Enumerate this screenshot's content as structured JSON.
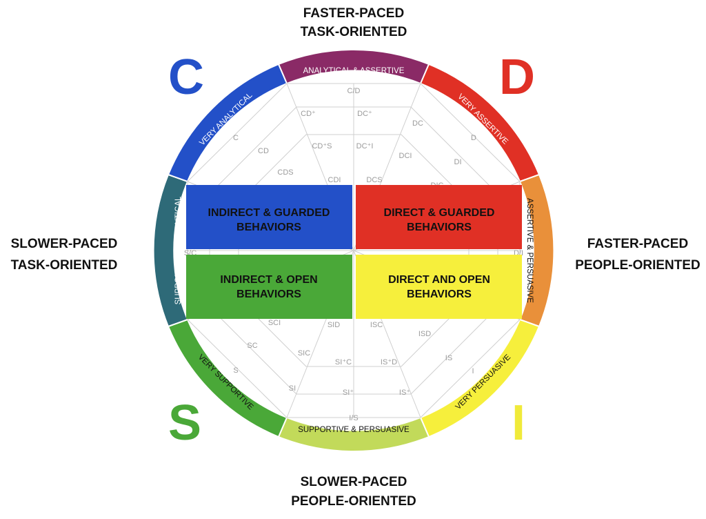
{
  "axis_labels": {
    "top": [
      "FASTER-PACED",
      "TASK-ORIENTED"
    ],
    "bottom": [
      "SLOWER-PACED",
      "PEOPLE-ORIENTED"
    ],
    "left": [
      "SLOWER-PACED",
      "TASK-ORIENTED"
    ],
    "right": [
      "FASTER-PACED",
      "PEOPLE-ORIENTED"
    ]
  },
  "letters": {
    "c": {
      "text": "C",
      "color": "#2350c8"
    },
    "d": {
      "text": "D",
      "color": "#e03025"
    },
    "s": {
      "text": "S",
      "color": "#4aa838"
    },
    "i": {
      "text": "I",
      "color": "#f0ea3a"
    }
  },
  "bands": {
    "top": {
      "text": "ANALYTICAL & ASSERTIVE",
      "color": "#8a2a66",
      "text_color": "#ffffff"
    },
    "top_right": {
      "text": "VERY ASSERTIVE",
      "color": "#e03025",
      "text_color": "#ffffff"
    },
    "right": {
      "text": "ASSERTIVE & PERSUASIVE",
      "color": "#e9903a",
      "text_color": "#111111"
    },
    "bottom_right": {
      "text": "VERY PERSUASIVE",
      "color": "#f6ef3c",
      "text_color": "#111111"
    },
    "bottom": {
      "text": "SUPPORTIVE & PERSUASIVE",
      "color": "#c2da5a",
      "text_color": "#111111"
    },
    "bottom_left": {
      "text": "VERY SUPPORTIVE",
      "color": "#4aa838",
      "text_color": "#111111"
    },
    "left": {
      "text": "SUPPORTIVE & ANALYTICAL",
      "color": "#2e6a78",
      "text_color": "#ffffff"
    },
    "top_left": {
      "text": "VERY ANALYTICAL",
      "color": "#2350c8",
      "text_color": "#ffffff"
    }
  },
  "quadrants": {
    "top_left": {
      "lines": [
        "INDIRECT & GUARDED",
        "BEHAVIORS"
      ],
      "color": "#2350c8"
    },
    "top_right": {
      "lines": [
        "DIRECT & GUARDED",
        "BEHAVIORS"
      ],
      "color": "#e03025"
    },
    "bottom_left": {
      "lines": [
        "INDIRECT & OPEN",
        "BEHAVIORS"
      ],
      "color": "#4aa838"
    },
    "bottom_right": {
      "lines": [
        "DIRECT AND OPEN",
        "BEHAVIORS"
      ],
      "color": "#f6ef3c"
    }
  },
  "sub_labels": {
    "cd_slash": "C/D",
    "cd_plus": "CD⁺",
    "dc_plus": "DC⁺",
    "c": "C",
    "cd": "CD",
    "cd_plus_s": "CD⁺S",
    "dc_plus_i": "DC⁺I",
    "dc": "DC",
    "d": "D",
    "dci": "DCI",
    "di": "DI",
    "cds": "CDS",
    "cdi": "CDI",
    "dcs": "DCS",
    "dic": "DIC",
    "s_slash_c": "S/C",
    "d_slash_i": "D/I",
    "sci": "SCI",
    "sid": "SID",
    "isc": "ISC",
    "isd": "ISD",
    "sc": "SC",
    "is": "IS",
    "s": "S",
    "sic": "SIC",
    "si_plus_c": "SI⁺C",
    "is_plus_d": "IS⁺D",
    "i": "I",
    "si": "SI",
    "si_plus": "SI⁺",
    "is_plus": "IS⁺",
    "i_slash_s": "I/S"
  }
}
